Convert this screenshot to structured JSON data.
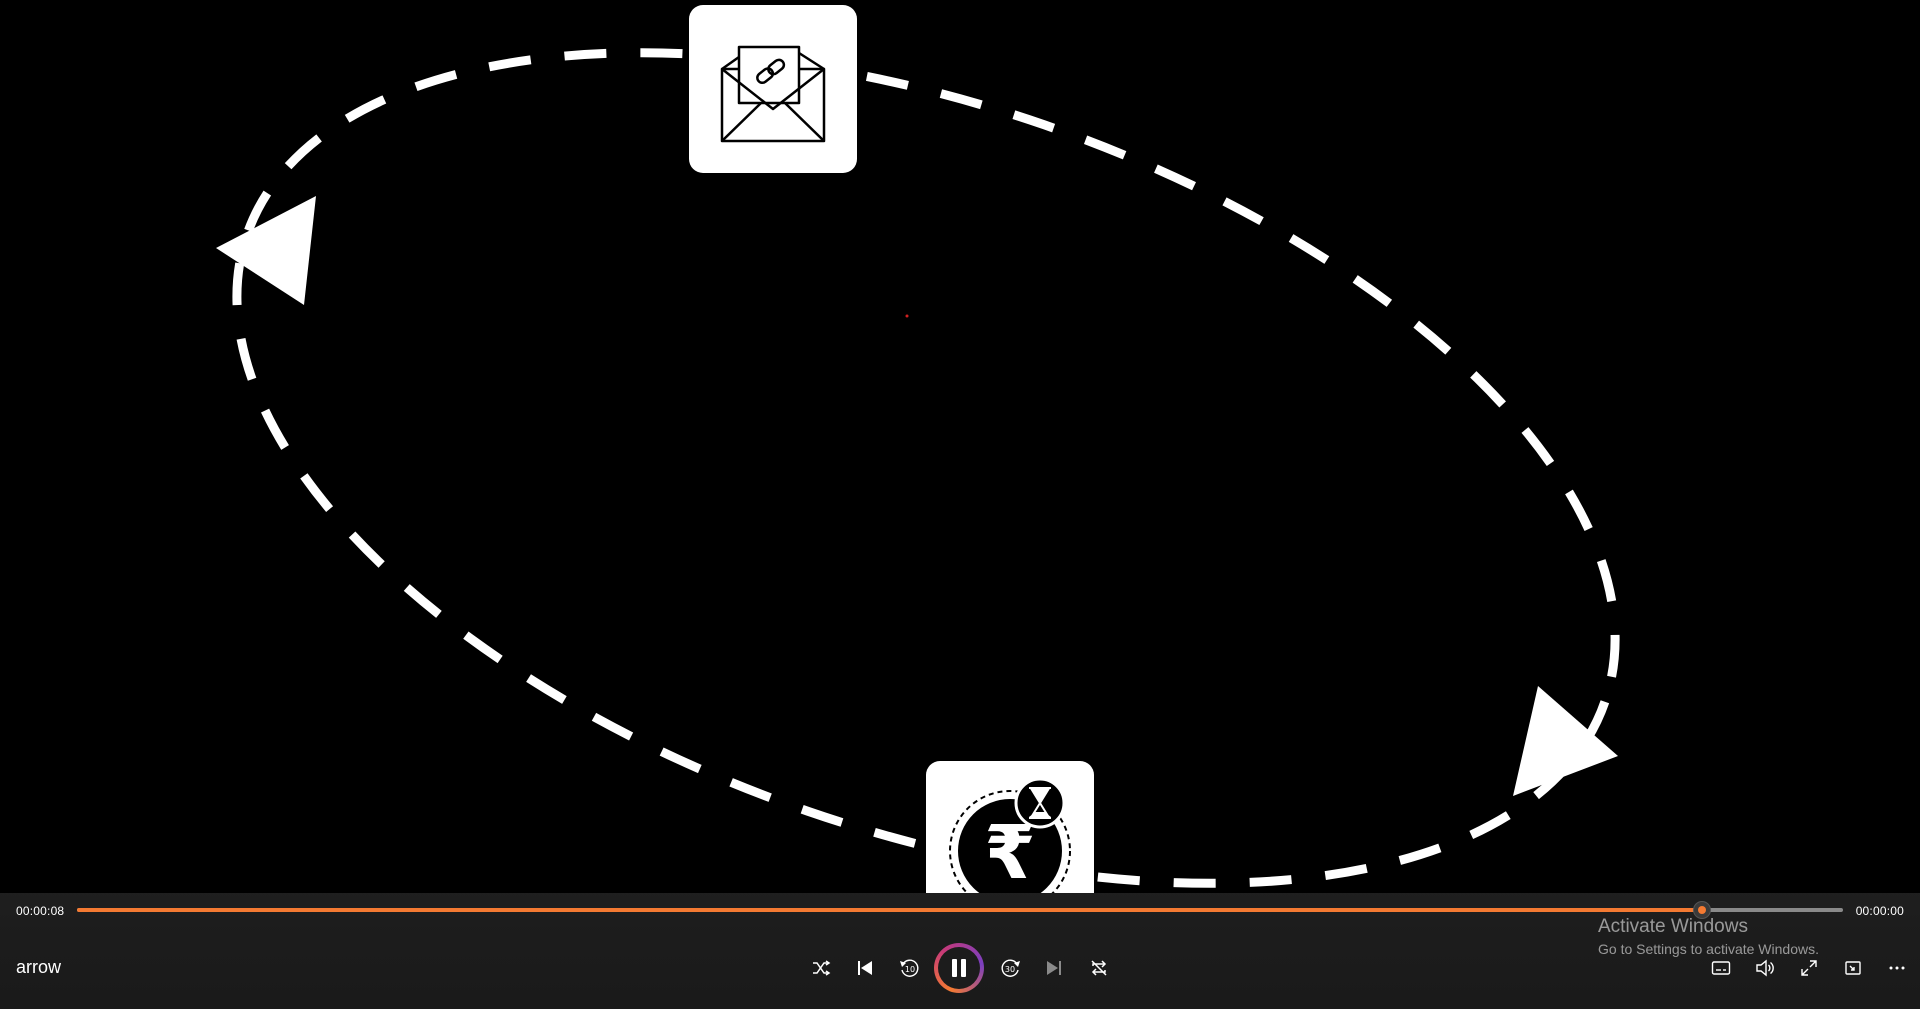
{
  "player": {
    "title": "arrow",
    "elapsed": "00:00:08",
    "remaining": "00:00:00",
    "progress_fraction": 0.92,
    "accent_color": "#f47a32",
    "state": "playing"
  },
  "video_frame": {
    "description_icons": [
      "envelope-link-icon",
      "rupee-timer-icon"
    ],
    "shapes": [
      "dashed-ellipse",
      "arrow-head-left",
      "arrow-head-right"
    ]
  },
  "controls": {
    "left": [],
    "center": [
      {
        "name": "shuffle-icon"
      },
      {
        "name": "previous-icon"
      },
      {
        "name": "skip-back-10-icon",
        "label": "10"
      },
      {
        "name": "pause-icon"
      },
      {
        "name": "skip-forward-30-icon",
        "label": "30"
      },
      {
        "name": "next-icon"
      },
      {
        "name": "repeat-off-icon"
      }
    ],
    "right": [
      {
        "name": "captions-icon"
      },
      {
        "name": "volume-icon"
      },
      {
        "name": "fullscreen-icon"
      },
      {
        "name": "mini-player-icon"
      },
      {
        "name": "more-icon"
      }
    ]
  },
  "watermark": {
    "title": "Activate Windows",
    "subtitle": "Go to Settings to activate Windows."
  }
}
